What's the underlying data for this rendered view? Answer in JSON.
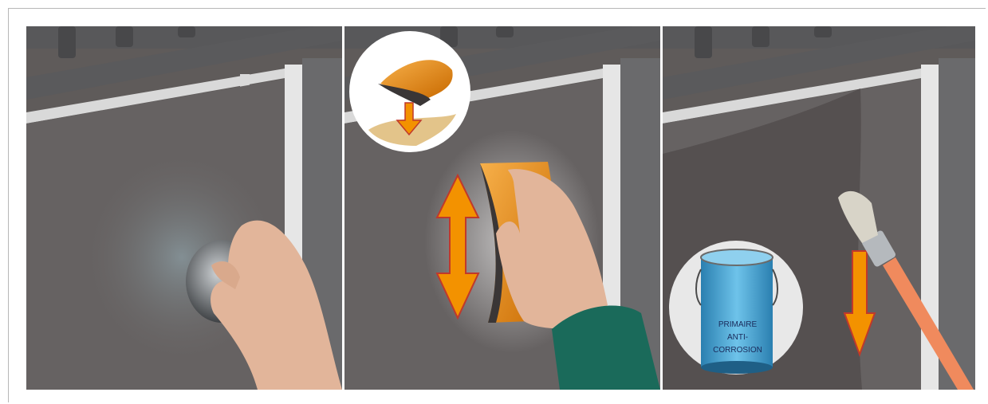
{
  "illustration": {
    "steps": [
      {
        "id": "step-1",
        "icon": "steel-wool-icon"
      },
      {
        "id": "step-2",
        "icon": "sanding-block-icon"
      },
      {
        "id": "step-3",
        "icon": "paint-brush-icon"
      }
    ],
    "paint_can": {
      "line1": "PRIMAIRE",
      "line2": "ANTI-",
      "line3": "CORROSION"
    },
    "colors": {
      "wall": "#6d6a69",
      "frame": "#d9d9d9",
      "skin": "#e2b59a",
      "arrow": "#f39200",
      "sleeve": "#1a6a5a",
      "can_blue": "#3a9bd0"
    }
  }
}
